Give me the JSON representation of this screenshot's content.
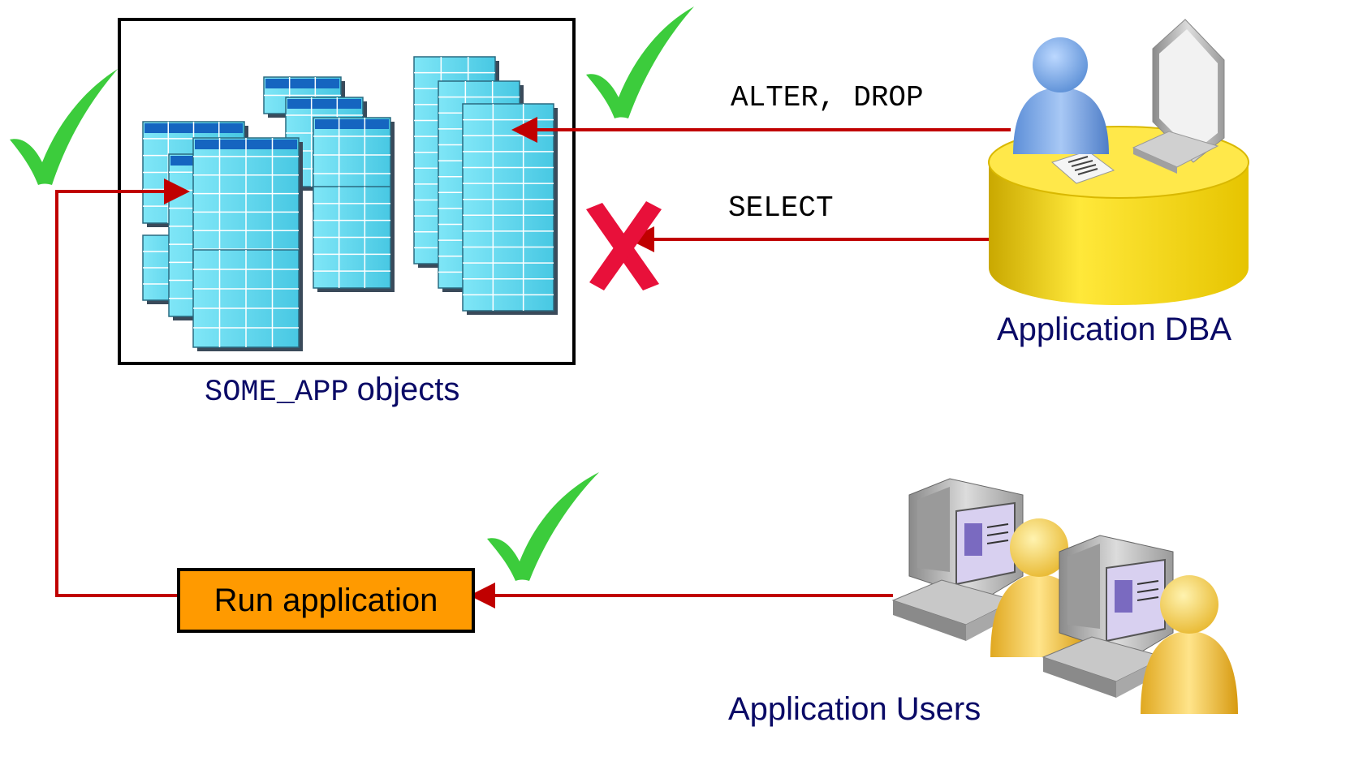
{
  "diagram": {
    "objects_caption_code": "SOME_APP",
    "objects_caption_text": "objects",
    "alter_drop_label": "ALTER, DROP",
    "select_label": "SELECT",
    "dba_label": "Application DBA",
    "users_label": "Application Users",
    "run_application_label": "Run application"
  },
  "colors": {
    "arrow": "#c00000",
    "check": "#33cc33",
    "cross": "#e8103a",
    "table_fill": "#66d9ee",
    "table_header": "#1565c0",
    "run_button": "#ff9a00",
    "label_text": "#0a0a66",
    "dba_desk": "#f0d010"
  },
  "icons": [
    "check-icon",
    "cross-icon",
    "dba-person-icon",
    "user-computer-icon",
    "table-icon"
  ]
}
